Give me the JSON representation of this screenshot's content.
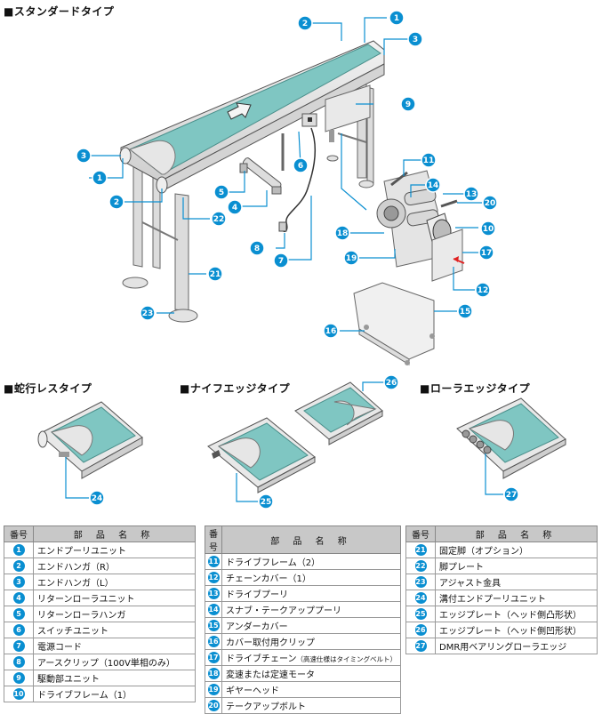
{
  "sections": {
    "standard": "■スタンダードタイプ",
    "snakeless": "■蛇行レスタイプ",
    "knife_edge": "■ナイフエッジタイプ",
    "roller_edge": "■ローラエッジタイプ"
  },
  "callouts": {
    "c1": "1",
    "c2": "2",
    "c3": "3",
    "c4": "4",
    "c5": "5",
    "c6": "6",
    "c7": "7",
    "c8": "8",
    "c9": "9",
    "c10": "10",
    "c11": "11",
    "c12": "12",
    "c13": "13",
    "c14": "14",
    "c15": "15",
    "c16": "16",
    "c17": "17",
    "c18": "18",
    "c19": "19",
    "c20": "20",
    "c21": "21",
    "c22": "22",
    "c23": "23",
    "c24": "24",
    "c25": "25",
    "c26": "26",
    "c27": "27"
  },
  "table_header": {
    "no": "番号",
    "name": "部 品 名 称"
  },
  "tables": [
    [
      {
        "no": "1",
        "name": "エンドプーリユニット"
      },
      {
        "no": "2",
        "name": "エンドハンガ（R）"
      },
      {
        "no": "3",
        "name": "エンドハンガ（L）"
      },
      {
        "no": "4",
        "name": "リターンローラユニット"
      },
      {
        "no": "5",
        "name": "リターンローラハンガ"
      },
      {
        "no": "6",
        "name": "スイッチユニット"
      },
      {
        "no": "7",
        "name": "電源コード"
      },
      {
        "no": "8",
        "name": "アースクリップ（100V単相のみ）"
      },
      {
        "no": "9",
        "name": "駆動部ユニット"
      },
      {
        "no": "10",
        "name": "ドライブフレーム（1）"
      }
    ],
    [
      {
        "no": "11",
        "name": "ドライブフレーム（2）"
      },
      {
        "no": "12",
        "name": "チェーンカバー（1）"
      },
      {
        "no": "13",
        "name": "ドライブプーリ"
      },
      {
        "no": "14",
        "name": "スナブ・テークアッププーリ"
      },
      {
        "no": "15",
        "name": "アンダーカバー"
      },
      {
        "no": "16",
        "name": "カバー取付用クリップ"
      },
      {
        "no": "17",
        "name": "ドライブチェーン",
        "note": "（高速仕様はタイミングベルト）"
      },
      {
        "no": "18",
        "name": "変速または定速モータ"
      },
      {
        "no": "19",
        "name": "ギヤーヘッド"
      },
      {
        "no": "20",
        "name": "テークアップボルト"
      }
    ],
    [
      {
        "no": "21",
        "name": "固定脚（オプション）"
      },
      {
        "no": "22",
        "name": "脚プレート"
      },
      {
        "no": "23",
        "name": "アジャスト金具"
      },
      {
        "no": "24",
        "name": "溝付エンドプーリユニット"
      },
      {
        "no": "25",
        "name": "エッジプレート（ヘッド側凸形状）"
      },
      {
        "no": "26",
        "name": "エッジプレート（ヘッド側凹形状）"
      },
      {
        "no": "27",
        "name": "DMR用ベアリングローラエッジ"
      }
    ]
  ],
  "colors": {
    "accent": "#0a8fd1",
    "belt": "#7fc6c2",
    "frame": "#e6e6e6",
    "frame_edge": "#666666"
  }
}
